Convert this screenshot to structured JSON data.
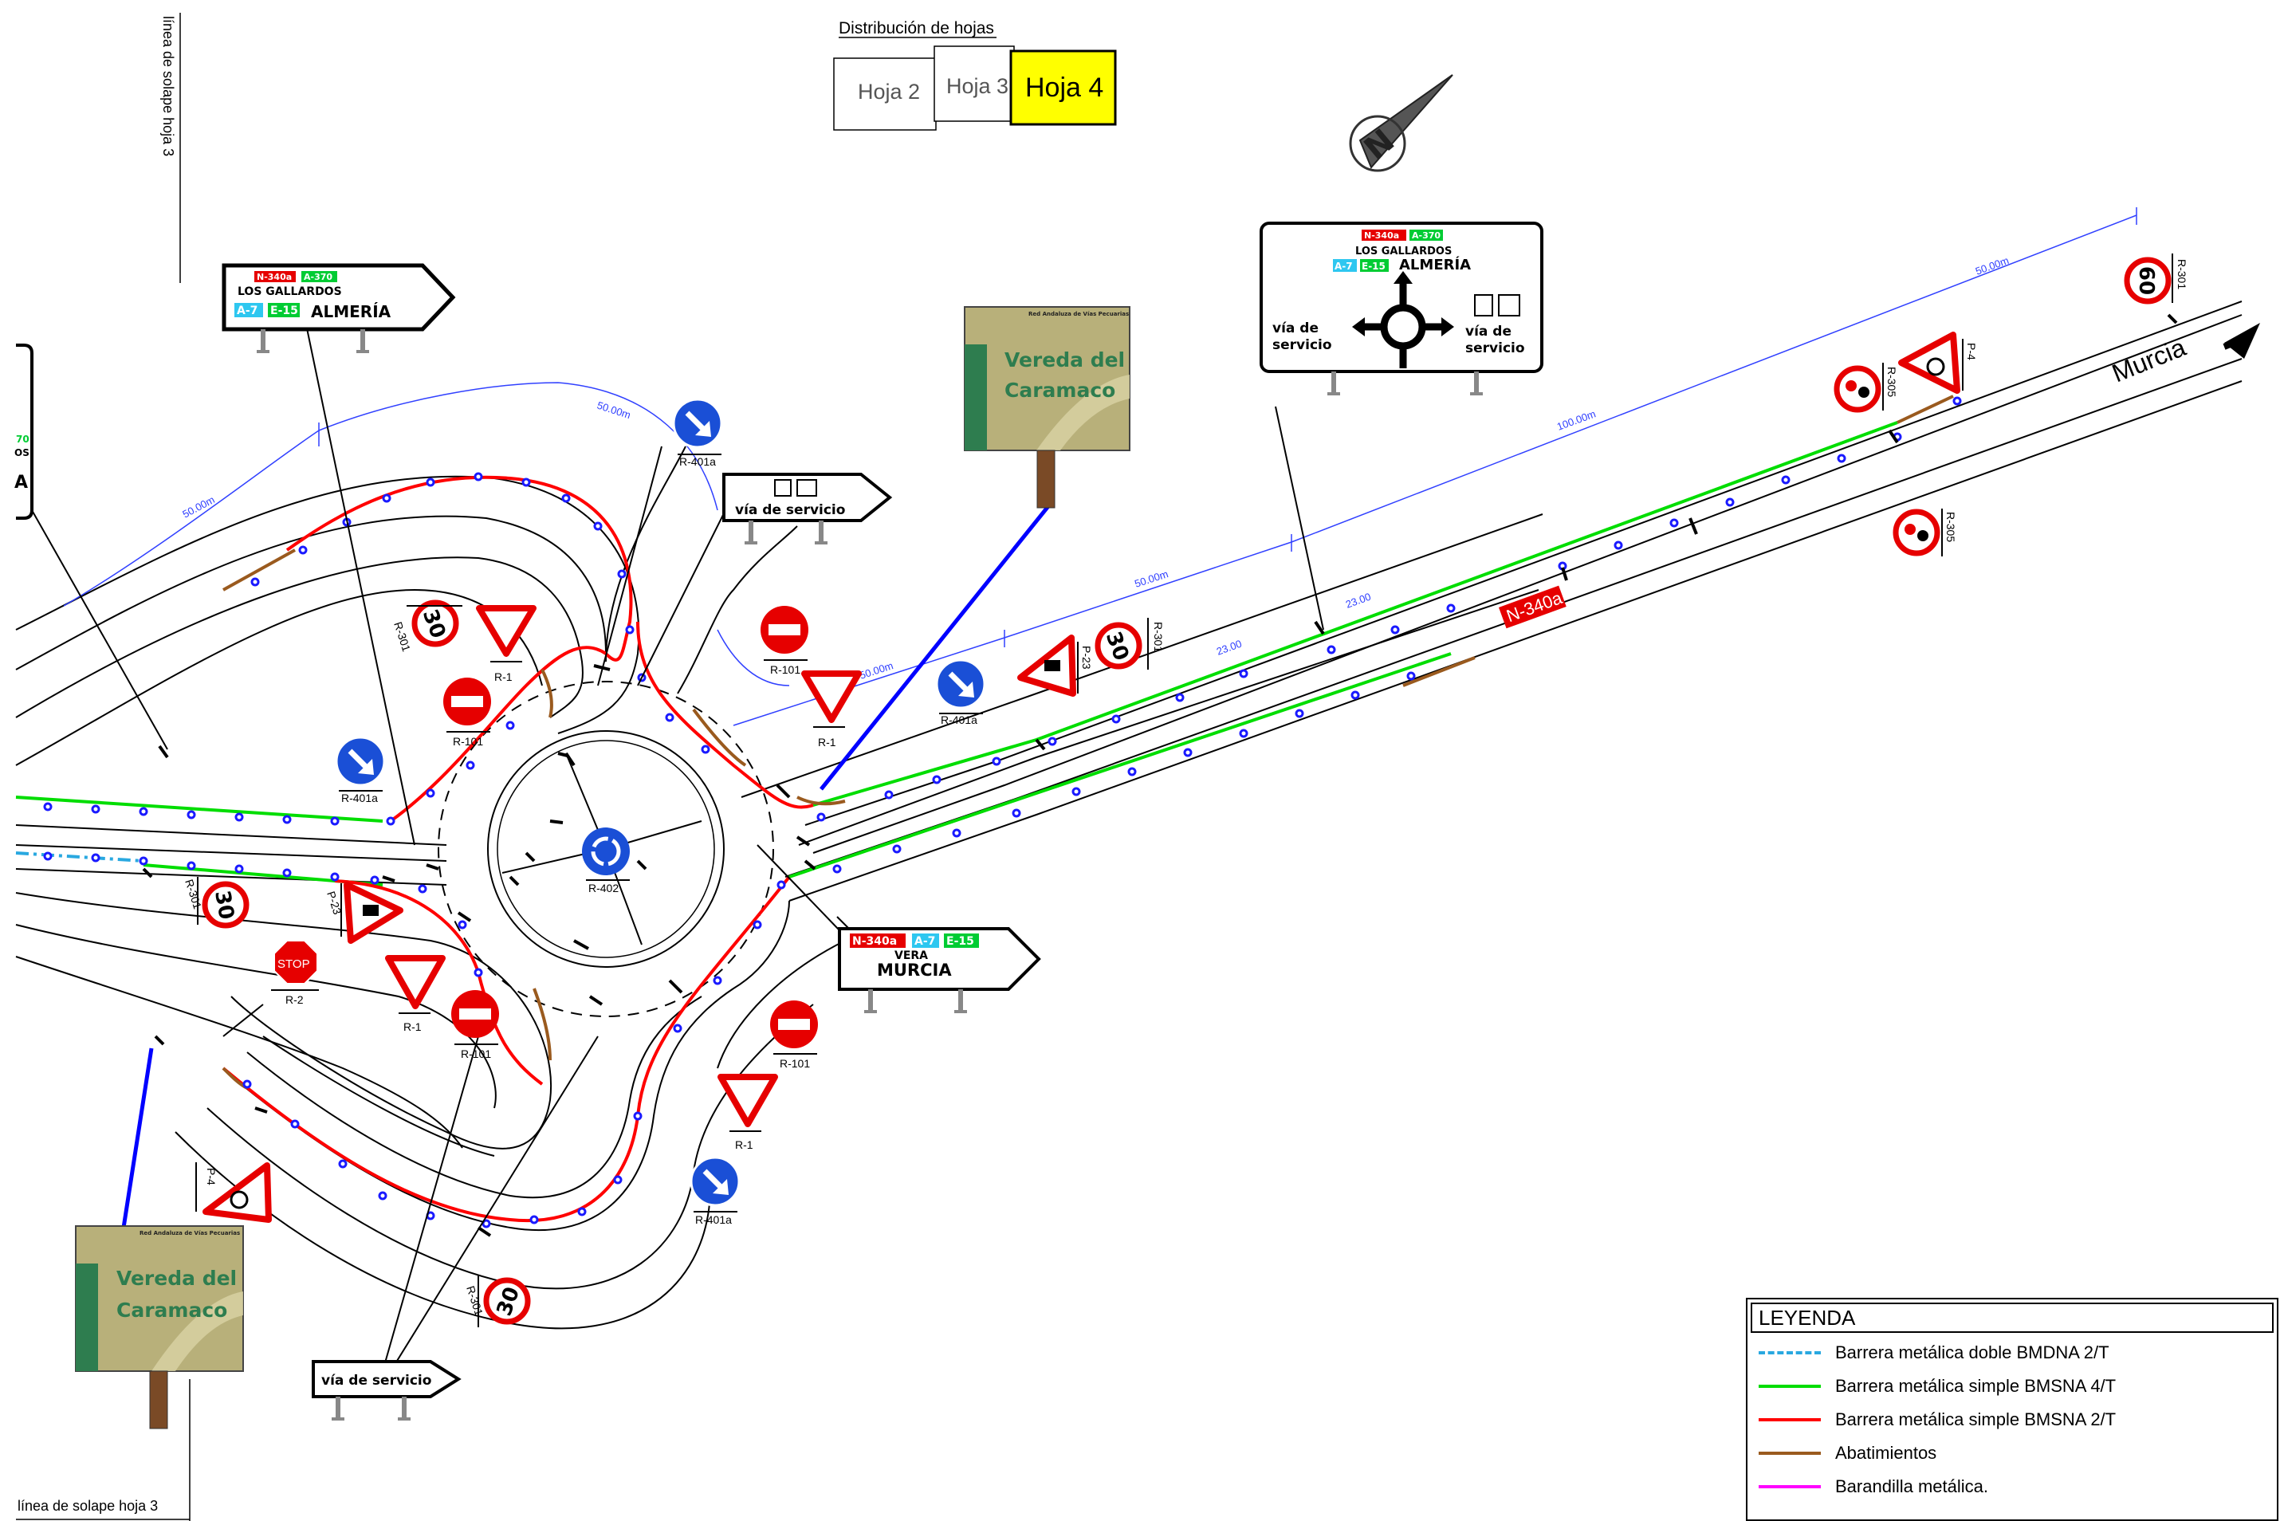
{
  "sheet_distribution": {
    "title": "Distribución de hojas",
    "sheets": [
      "Hoja 2",
      "Hoja 3",
      "Hoja 4"
    ],
    "active_color": "#ffff00"
  },
  "overlap_labels": {
    "top": "línea de solape hoja 3",
    "bottom": "línea de solape hoja 3"
  },
  "north_arrow": {
    "letter": "N"
  },
  "destination_signs": {
    "top_left": {
      "road1": "N-340a",
      "road2": "A-370",
      "line1": "LOS GALLARDOS",
      "road3": "A-7",
      "road4": "E-15",
      "line2": "ALMERÍA"
    },
    "top_right": {
      "road1": "N-340a",
      "road2": "A-370",
      "line1": "LOS GALLARDOS",
      "road3": "A-7",
      "road4": "E-15",
      "line2": "ALMERÍA",
      "left_text1": "vía de",
      "left_text2": "servicio",
      "right_text1": "vía de",
      "right_text2": "servicio"
    },
    "murcia": {
      "road1": "N-340a",
      "road2": "A-7",
      "road3": "E-15",
      "line1": "VERA",
      "line2": "MURCIA"
    },
    "service_top": "vía de servicio",
    "service_bottom": "vía de servicio",
    "left_partial": {
      "line1": "70",
      "line2": "OS",
      "line3": "A"
    }
  },
  "cattle_path_sign": {
    "header": "Red Andaluza de Vías Pecuarias",
    "line1": "Vereda del",
    "line2": "Caramaco",
    "bg_color": "#b8b07a",
    "band_color": "#2e7d4f"
  },
  "road_labels": {
    "murcia": "Murcia",
    "n340a": "N-340a"
  },
  "dimensions": {
    "d1": "50.00m",
    "d2": "50.00m",
    "d3": "50.00m",
    "d4": "50.00m",
    "d5": "100.00m",
    "d6": "50.00m",
    "w1": "23.00",
    "w2": "23.00"
  },
  "signs": {
    "speed": "30",
    "speed60": "60",
    "stop": "STOP",
    "codes": {
      "r301": "R-301",
      "r1": "R-1",
      "r101": "R-101",
      "r401a": "R-401a",
      "r402": "R-402",
      "r2": "R-2",
      "p23": "P-23",
      "p4": "P-4",
      "r305": "R-305"
    }
  },
  "legend": {
    "title": "LEYENDA",
    "items": [
      {
        "label": "Barrera metálica doble BMDNA 2/T",
        "color": "#29a8e0",
        "style": "dashdot"
      },
      {
        "label": "Barrera metálica simple BMSNA 4/T",
        "color": "#00dd00",
        "style": "solid"
      },
      {
        "label": "Barrera metálica simple BMSNA 2/T",
        "color": "#ff0000",
        "style": "solid"
      },
      {
        "label": "Abatimientos",
        "color": "#9a5a1e",
        "style": "solid"
      },
      {
        "label": "Barandilla metálica.",
        "color": "#ff00ff",
        "style": "solid"
      }
    ]
  },
  "colors": {
    "road": "#000000",
    "dimension": "#3040ff",
    "sign_red": "#e60000",
    "sign_blue": "#1a4fd6",
    "leader_blue": "#0000ff"
  }
}
